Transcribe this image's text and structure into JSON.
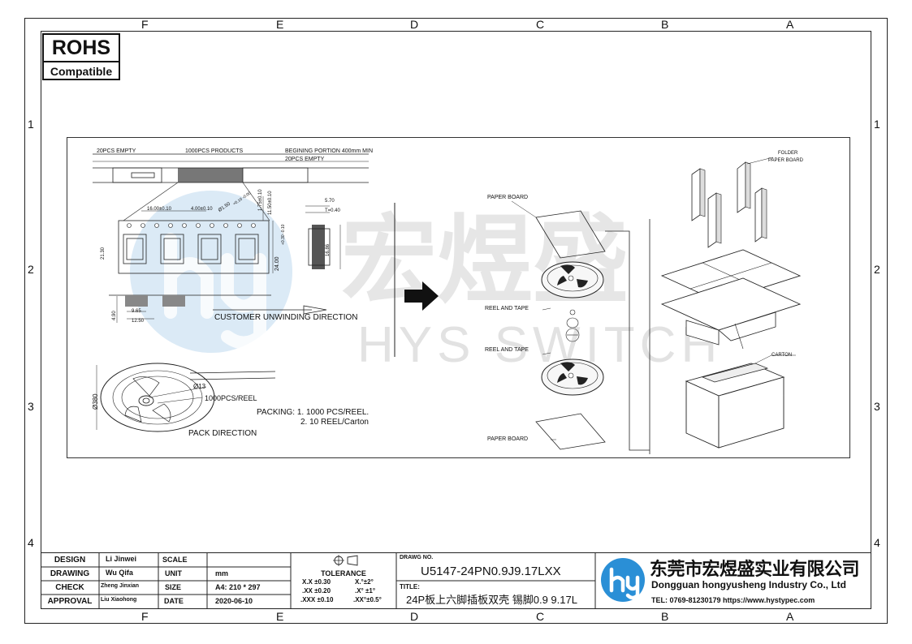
{
  "zones": {
    "columns": [
      "F",
      "E",
      "D",
      "C",
      "B",
      "A"
    ],
    "rows": [
      "1",
      "2",
      "3",
      "4"
    ]
  },
  "rohs": {
    "line1": "ROHS",
    "line2": "Compatible"
  },
  "watermark": {
    "chinese": "宏煜盛",
    "english": "HYS SWITCH"
  },
  "reel_drawing": {
    "empty_left": "20PCS EMPTY",
    "products": "1000PCS PRODUCTS",
    "beginning": "BEGINING PORTION 400mm MIN",
    "empty_right": "20PCS EMPTY",
    "dim_pitch1": "16.00±0.10",
    "dim_pitch2": "4.00±0.10",
    "dim_hole": "Ø1.50",
    "dim_hole_tol": "+0.10 -0.00",
    "dim_175": "1.75±0.10",
    "dim_1150": "11.50±0.10",
    "dim_2400": "24.00",
    "dim_2400_tol": "+0.30 -0.10",
    "dim_2130": "21.30",
    "dim_570": "5.70",
    "dim_t": "T=0.40",
    "dim_1686": "16.86",
    "dim_490": "4.90",
    "dim_965": "9.65",
    "dim_1250": "12.50",
    "unwinding": "CUSTOMER UNWINDING DIRECTION",
    "dim_380": "Ø380",
    "dim_13": "Ø13",
    "per_reel": "1000PCS/REEL",
    "packing_line1": "PACKING: 1. 1000 PCS/REEL.",
    "packing_line2": "2. 10  REEL/Carton",
    "pack_dir": "PACK DIRECTION"
  },
  "pack_drawing": {
    "paper_board_top": "PAPER BOARD",
    "reel_tape_1": "REEL  AND  TAPE",
    "reel_tape_2": "REEL  AND  TAPE",
    "paper_board_bottom": "PAPER BOARD",
    "folder": "FOLDER",
    "folder_paper": "PAPER BOARD",
    "carton": "CARTON"
  },
  "title_block": {
    "design_label": "DESIGN",
    "design_value": "Li Jinwei",
    "drawing_label": "DRAWING",
    "drawing_value": "Wu Qifa",
    "check_label": "CHECK",
    "check_value": "Zheng Jinxian",
    "approval_label": "APPROVAL",
    "approval_value": "Liu Xiaohong",
    "scale_label": "SCALE",
    "unit_label": "UNIT",
    "unit_value": "mm",
    "size_label": "SIZE",
    "size_value": "A4: 210 * 297",
    "date_label": "DATE",
    "date_value": "2020-06-10",
    "tolerance_label": "TOLERANCE",
    "tol_row1a": "X.X  ±0.30",
    "tol_row1b": "X.°±2°",
    "tol_row2a": ".XX  ±0.20",
    "tol_row2b": ".X° ±1°",
    "tol_row3a": ".XXX  ±0.10",
    "tol_row3b": ".XX°±0.5°",
    "drawno_label": "DRAWG NO.",
    "drawno_value": "U5147-24PN0.9J9.17LXX",
    "title_label": "TITLE:",
    "title_value": "24P板上六脚插板双壳 锡脚0.9 9.17L",
    "company_cn": "东莞市宏煜盛实业有限公司",
    "company_en": "Dongguan hongyusheng Industry Co., Ltd",
    "contact": "TEL: 0769-81230179  https://www.hystypec.com"
  },
  "colors": {
    "logo_blue": "#2a8fd6",
    "line": "#222222",
    "watermark_blue": "#7fb8e0"
  }
}
